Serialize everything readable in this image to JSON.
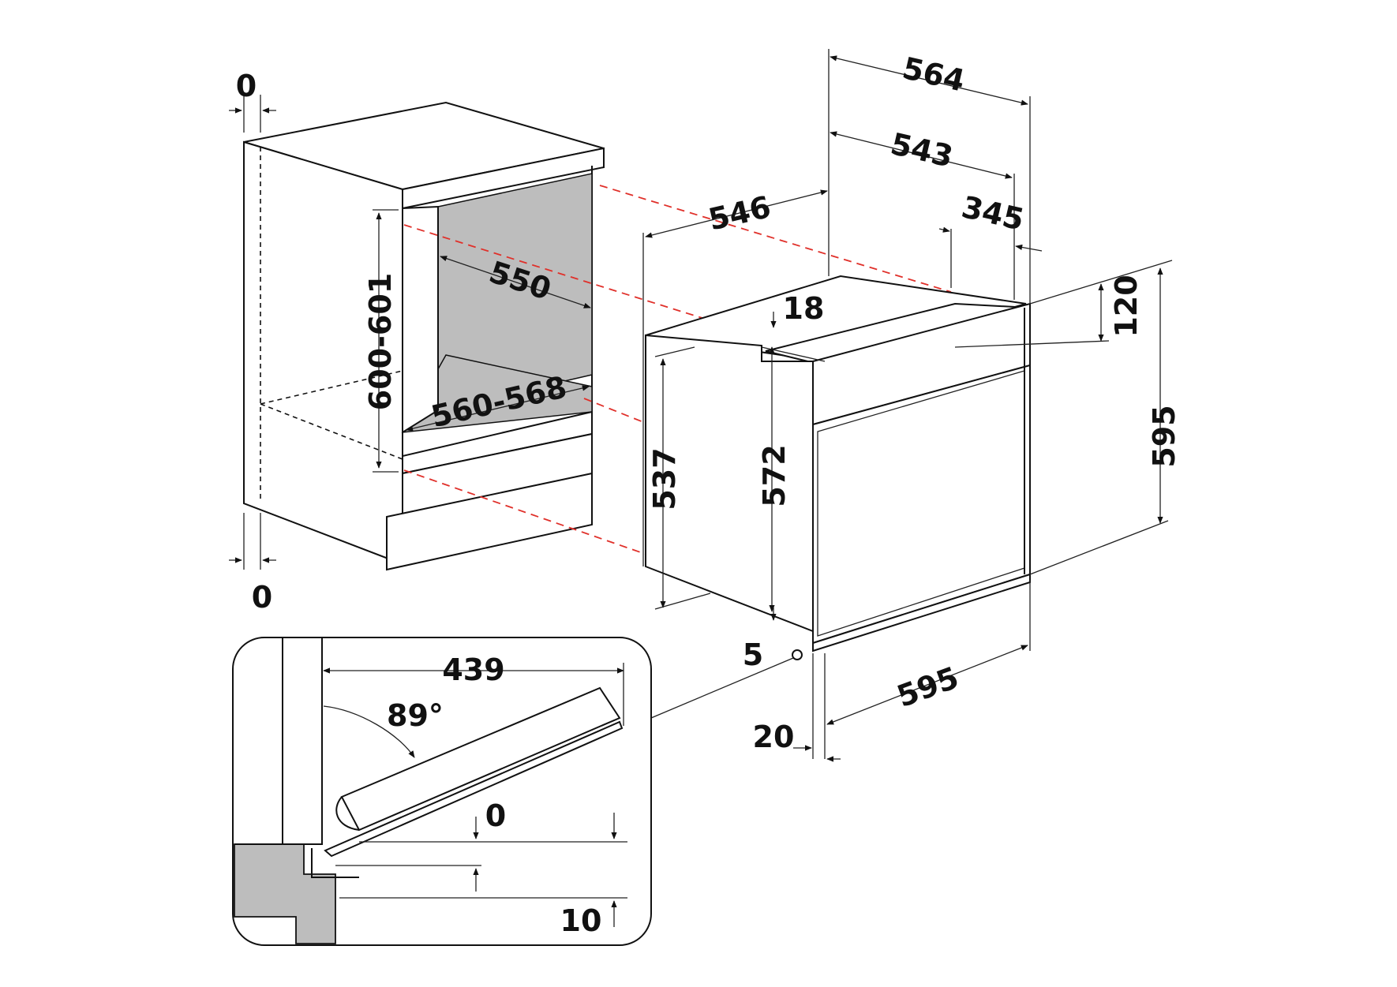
{
  "colors": {
    "line": "#111111",
    "projection": "#e0302a",
    "cavity": "#bdbdbd",
    "background": "#ffffff"
  },
  "labels": {
    "cab_top_gap": "0",
    "cab_bottom_gap": "0",
    "niche_height": "600-601",
    "niche_depth": "550",
    "niche_width": "560-568",
    "oven_total_depth": "564",
    "oven_depth": "543",
    "oven_body_depth": "546",
    "top_offset": "345",
    "top_step": "18",
    "panel_height": "120",
    "oven_height": "595",
    "body_height_side": "537",
    "body_height_front": "572",
    "bottom_gap": "5",
    "oven_width": "595",
    "front_thickness": "20",
    "door_clearance": "439",
    "door_angle": "89°",
    "door_gap_top": "0",
    "door_gap_bottom": "10"
  }
}
